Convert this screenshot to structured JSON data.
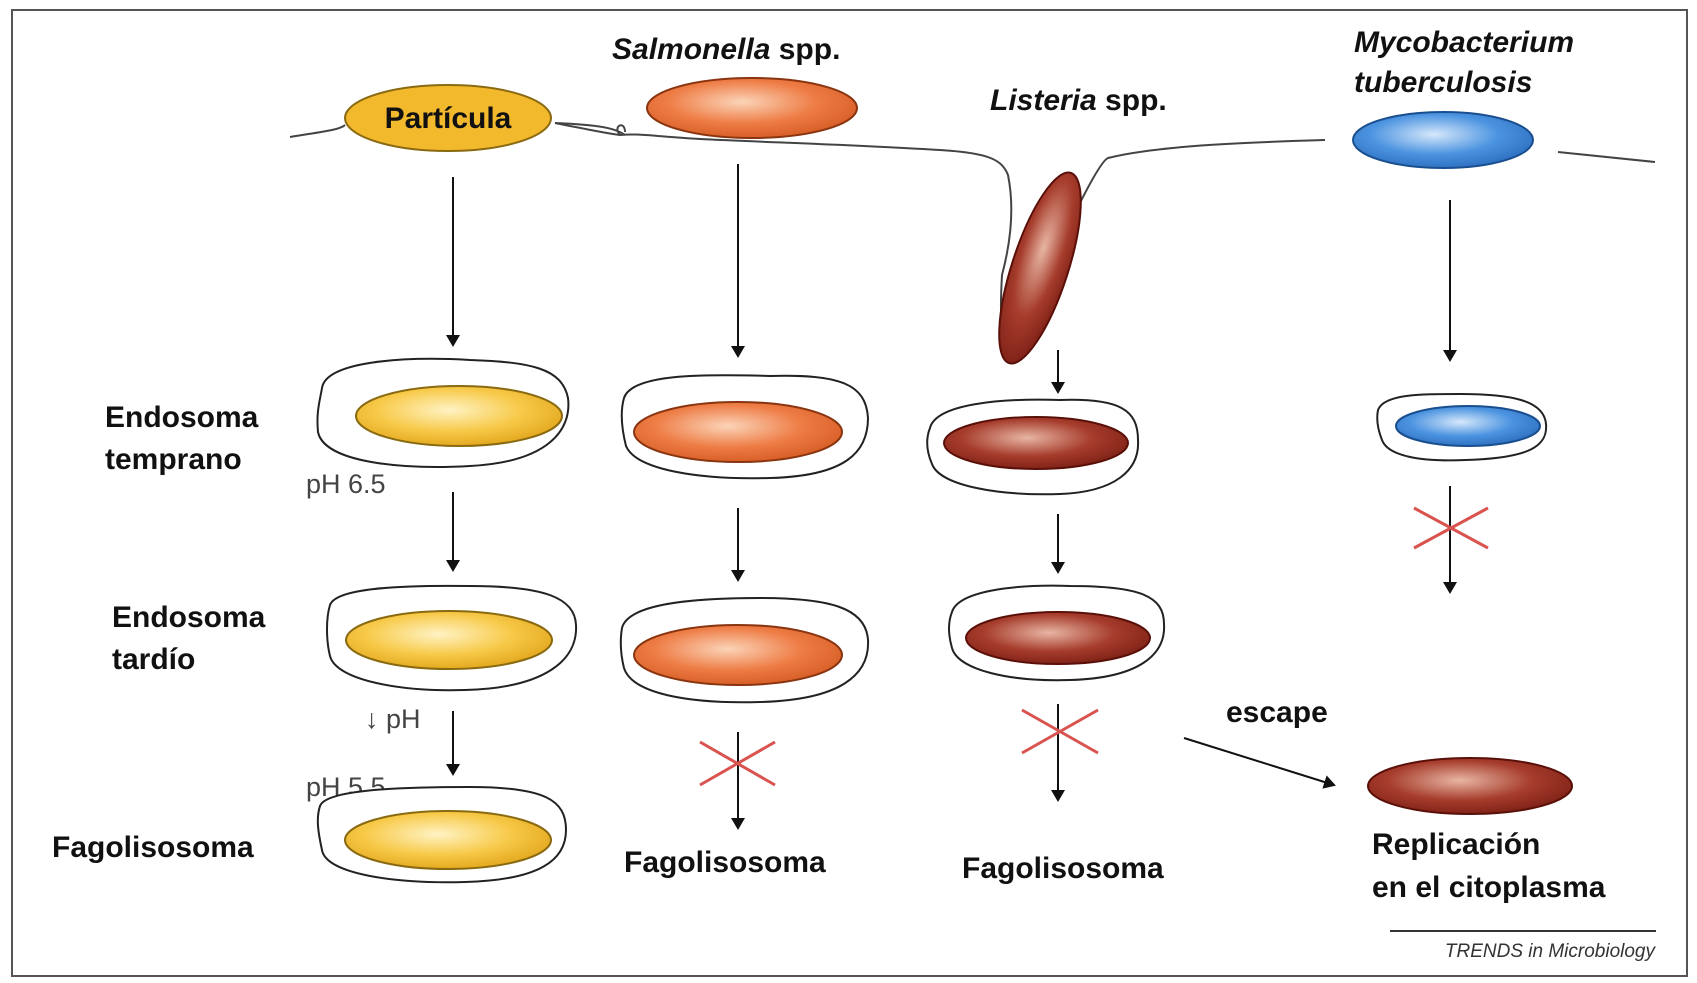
{
  "columns": {
    "particle": {
      "header": "Partícula",
      "ph_early": "pH 6.5",
      "ph_drop": "↓ pH",
      "ph_late": "pH 5.5"
    },
    "salmonella": {
      "header_italic": "Salmonella",
      "header_suffix": " spp.",
      "outcome": "Fagolisosoma"
    },
    "listeria": {
      "header_italic": "Listeria",
      "header_suffix": " spp.",
      "outcome": "Fagolisosoma",
      "escape_label": "escape",
      "escape_outcome_line1": "Replicación",
      "escape_outcome_line2": "en el citoplasma"
    },
    "mycobacterium": {
      "header_line1": "Mycobacterium",
      "header_line2": "tuberculosis"
    }
  },
  "rows": {
    "early_endosome": [
      "Endosoma",
      "temprano"
    ],
    "late_endosome": [
      "Endosoma",
      "tardío"
    ],
    "phagolysosome": "Fagolisosoma"
  },
  "credit": "TRENDS in Microbiology",
  "colors": {
    "particle": "#f2b92d",
    "salmonella": "#ea6a2e",
    "listeria": "#9e2f22",
    "mycobacterium": "#3f86d4",
    "block_mark": "#d9534f"
  }
}
